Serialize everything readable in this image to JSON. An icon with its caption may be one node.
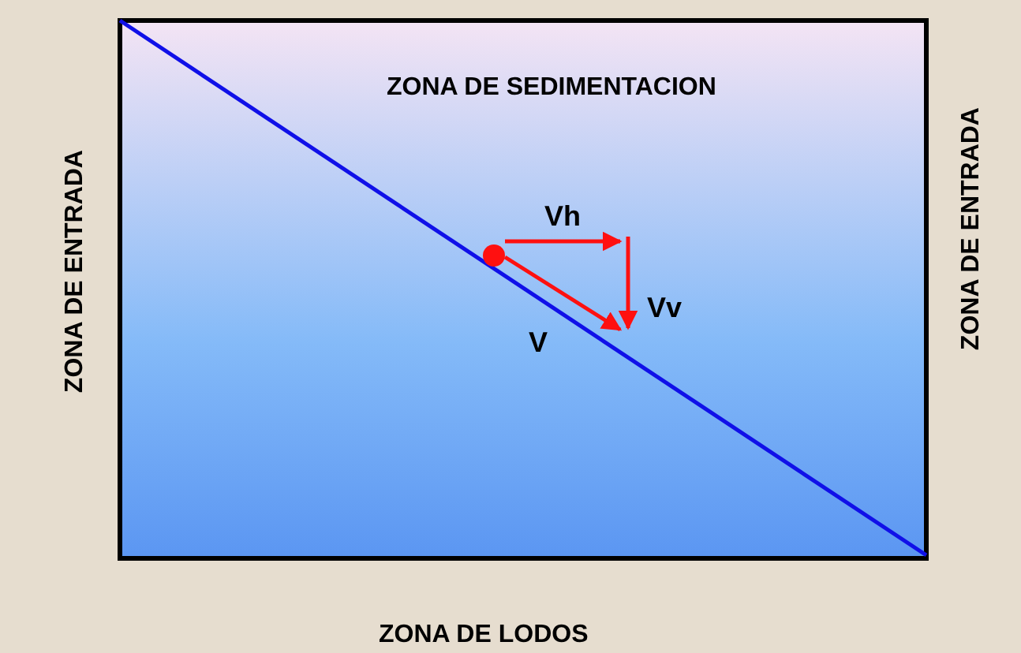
{
  "diagram": {
    "labels": [
      "ZONA DE SEDIMENTACION",
      "ZONA DE ENTRADA",
      "Vh",
      "Vv",
      "V",
      "ZONA DE ENTRADA",
      "ZONA DE LODOS"
    ]
  }
}
